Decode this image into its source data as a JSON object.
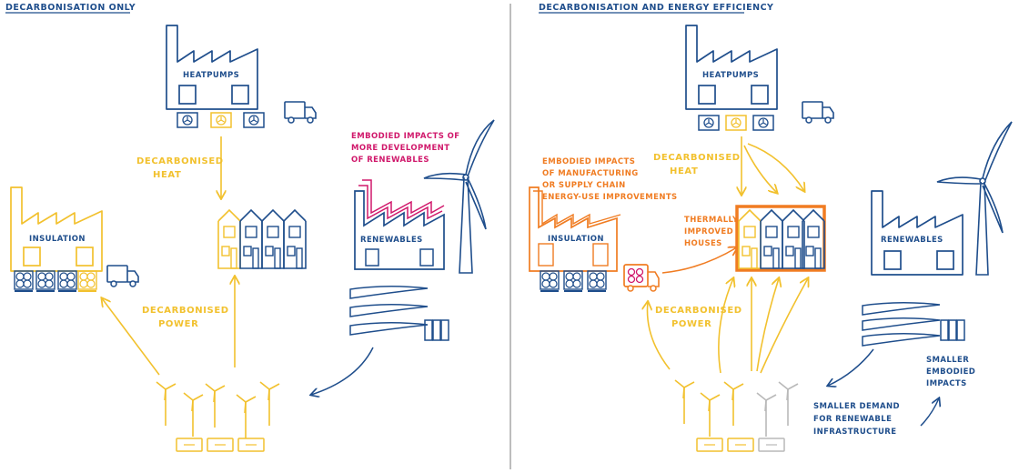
{
  "colors": {
    "blue": "#1f4e8c",
    "yellow": "#f2c12e",
    "orange": "#f07c22",
    "magenta": "#d0186b",
    "grey": "#b9b9b9",
    "divider": "#bdbdbd"
  },
  "left": {
    "title": "DECARBONISATION ONLY",
    "heatpumps": "HEATPUMPS",
    "decarbonised_heat": [
      "DECARBONISED",
      "HEAT"
    ],
    "embodied": [
      "EMBODIED IMPACTS OF",
      "MORE DEVELOPMENT",
      "OF RENEWABLES"
    ],
    "insulation": "INSULATION",
    "renewables": "RENEWABLES",
    "decarbonised_power": [
      "DECARBONISED",
      "POWER"
    ]
  },
  "right": {
    "title": "DECARBONISATION AND ENERGY EFFICIENCY",
    "heatpumps": "HEATPUMPS",
    "embodied_manufacturing": [
      "EMBODIED IMPACTS",
      "OF MANUFACTURING",
      "OR SUPPLY CHAIN",
      "ENERGY-USE IMPROVEMENTS"
    ],
    "decarbonised_heat": [
      "DECARBONISED",
      "HEAT"
    ],
    "thermally_improved": [
      "THERMALLY",
      "IMPROVED",
      "HOUSES"
    ],
    "insulation": "INSULATION",
    "renewables": "RENEWABLES",
    "decarbonised_power": [
      "DECARBONISED",
      "POWER"
    ],
    "smaller_embodied": [
      "SMALLER",
      "EMBODIED",
      "IMPACTS"
    ],
    "smaller_demand": [
      "SMALLER DEMAND",
      "FOR RENEWABLE",
      "INFRASTRUCTURE"
    ]
  }
}
